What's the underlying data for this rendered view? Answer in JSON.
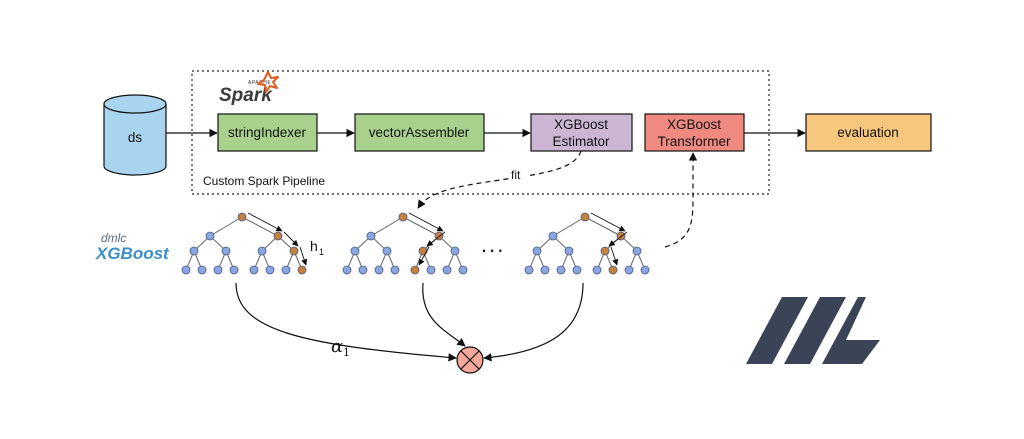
{
  "pipeline": {
    "title": "Custom Spark Pipeline",
    "logo": {
      "apache": "APACHE",
      "name": "Spark"
    }
  },
  "nodes": {
    "ds": {
      "label": "ds",
      "color": "#a9d4ef"
    },
    "string_indexer": {
      "label": "stringIndexer",
      "color": "#a9d18e"
    },
    "vector_assembler": {
      "label": "vectorAssembler",
      "color": "#a9d18e"
    },
    "xgb_estimator": {
      "line1": "XGBoost",
      "line2": "Estimator",
      "color": "#cbb7d4"
    },
    "xgb_transformer": {
      "line1": "XGBoost",
      "line2": "Transformer",
      "color": "#f08a80"
    },
    "evaluation": {
      "label": "evaluation",
      "color": "#f8c77e"
    }
  },
  "edges": {
    "fit_label": "fit"
  },
  "xgboost_logo": {
    "prefix": "dmlc",
    "name": "XGBoost"
  },
  "trees": {
    "h_label": "h",
    "h_sub": "1",
    "ellipsis": "...",
    "alpha_label": "α",
    "alpha_sub": "1",
    "node_color_blue": "#8aa6e0",
    "node_color_orange": "#c8813d"
  },
  "brand_logo": {
    "name": "ml-logo",
    "color": "#3b4456"
  }
}
